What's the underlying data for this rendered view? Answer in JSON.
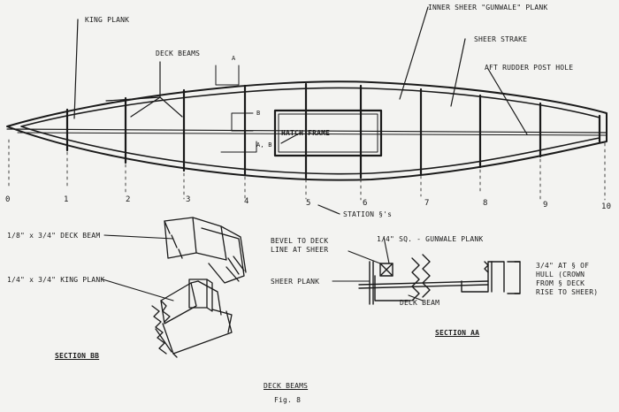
{
  "labels": {
    "king_plank": "KING PLANK",
    "deck_beams": "DECK BEAMS",
    "inner_sheer": "INNER SHEER \"GUNWALE\" PLANK",
    "sheer_strake": "SHEER STRAKE",
    "aft_rudder": "AFT RUDDER POST HOLE",
    "hatch_frame": "HATCH FRAME",
    "section_a": "A",
    "section_b": "B",
    "section_ab": "A, B",
    "station": "STATION §'s",
    "deck_beam_dim": "1/8\" x 3/4\" DECK BEAM",
    "king_plank_dim": "1/4\" x 3/4\" KING PLANK",
    "section_b_title": "SECTION BB",
    "bevel_line1": "BEVEL TO DECK",
    "bevel_line2": "LINE AT SHEER",
    "gunwale_dim": "1/4\" SQ. - GUNWALE PLANK",
    "sheer_plank": "SHEER PLANK",
    "deck_beam": "DECK BEAM",
    "section_aa": "SECTION AA",
    "crown_line1": "3/4\" AT § OF",
    "crown_line2": "HULL (CROWN",
    "crown_line3": "FROM § DECK",
    "crown_line4": "RISE TO SHEER)",
    "caption_title": "DECK BEAMS",
    "caption_fig": "Fig. 8"
  },
  "stations": [
    "0",
    "1",
    "2",
    "3",
    "4",
    "5",
    "6",
    "7",
    "8",
    "9",
    "10"
  ]
}
